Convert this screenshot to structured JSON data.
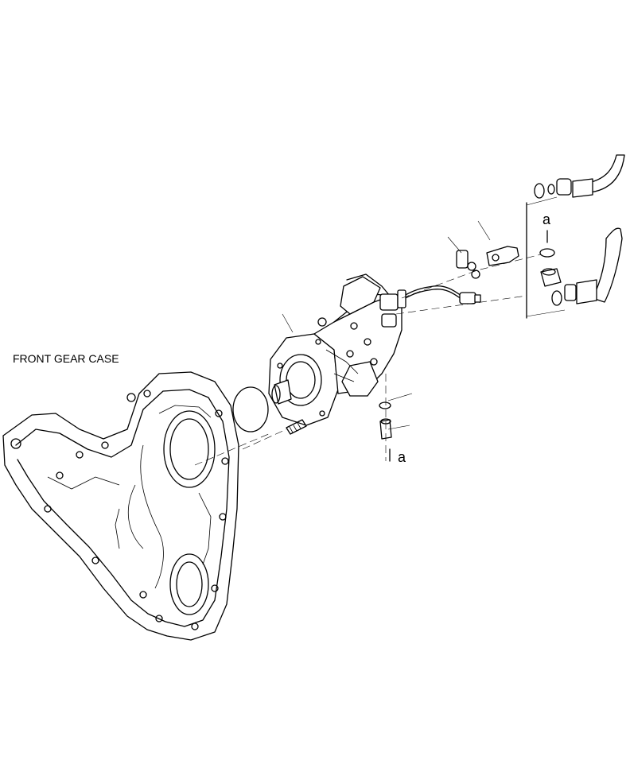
{
  "labels": {
    "front_gear_case": "FRONT GEAR CASE",
    "marker_a_top": "a",
    "marker_a_bottom": "a"
  }
}
